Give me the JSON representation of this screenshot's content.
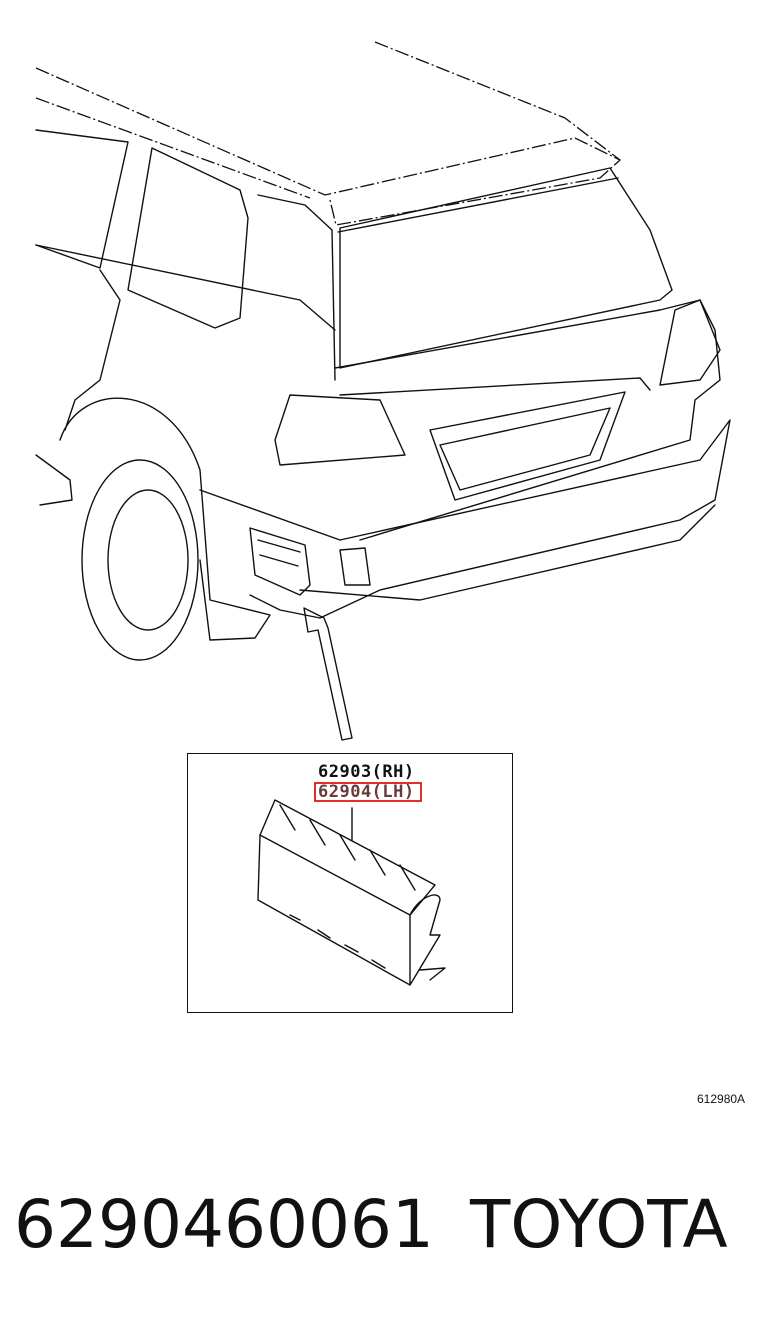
{
  "diagram": {
    "part_rh": "62903(RH)",
    "part_lh": "62904(LH)",
    "reference_code": "612980A",
    "highlight_color": "#e0302e"
  },
  "footer": {
    "part_number": "6290460061",
    "brand": "TOYOTA"
  }
}
